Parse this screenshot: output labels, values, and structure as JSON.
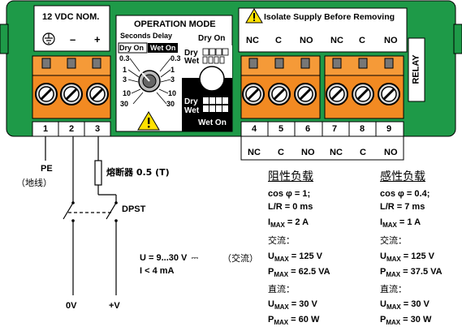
{
  "device": {
    "power_label": "12 VDC NOM.",
    "minus": "–",
    "plus": "+",
    "op_mode_title": "OPERATION MODE",
    "seconds_delay": "Seconds Delay",
    "dry_on": "Dry On",
    "wet_on": "Wet On",
    "dial_left": [
      "0.3",
      "1",
      "3",
      "10",
      "30"
    ],
    "dial_right": [
      "0.3",
      "1",
      "3",
      "10",
      "30"
    ],
    "dry": "Dry",
    "wet": "Wet",
    "dry_on_top": "Dry On",
    "wet_on_bottom": "Wet On",
    "warning": "Isolate Supply Before Removing",
    "relay_cols": [
      "NC",
      "C",
      "NO",
      "NC",
      "C",
      "NO"
    ],
    "relay": "RELAY",
    "pins": [
      "1",
      "2",
      "3",
      "4",
      "5",
      "6",
      "7",
      "8",
      "9"
    ],
    "pin_bottom": [
      "NC",
      "C",
      "NO",
      "NC",
      "C",
      "NO"
    ]
  },
  "wiring": {
    "pe": "PE",
    "ground_cn": "（地线）",
    "fuse": "熔断器 0.5 (T)",
    "dpst": "DPST",
    "supply_u": "U = 9...30 V",
    "supply_dc_symbol": "⎓",
    "supply_ac": "（交流）",
    "supply_i": "I < 4 mA",
    "v0": "0V",
    "vplus": "+V"
  },
  "resistive": {
    "title": "阻性负载",
    "cos": "cos φ = 1;",
    "lr": "L/R = 0 ms",
    "imax_sym": "I",
    "imax_sub": "MAX",
    "imax_val": " = 2 A",
    "ac": "交流：",
    "u_ac_sub": "MAX",
    "u_ac_val": " = 125 V",
    "p_ac_sub": "MAX",
    "p_ac_val": " = 62.5 VA",
    "dc": "直流：",
    "u_dc_val": " = 30 V",
    "p_dc_val": " = 60 W"
  },
  "inductive": {
    "title": "感性负载",
    "cos": "cos φ = 0.4;",
    "lr": "L/R = 7 ms",
    "imax_val": " = 1 A",
    "ac": "交流：",
    "u_ac_val": " = 125 V",
    "p_ac_val": " = 37.5 VA",
    "dc": "直流：",
    "u_dc_val": " = 30 V",
    "p_dc_val": " = 30 W"
  },
  "symbols": {
    "U": "U",
    "P": "P",
    "I": "I"
  },
  "colors": {
    "housing": "#1e9a48",
    "terminal": "#f28a22",
    "terminal_dark": "#b85a0c",
    "black": "#000000",
    "warning": "#ffe100"
  }
}
